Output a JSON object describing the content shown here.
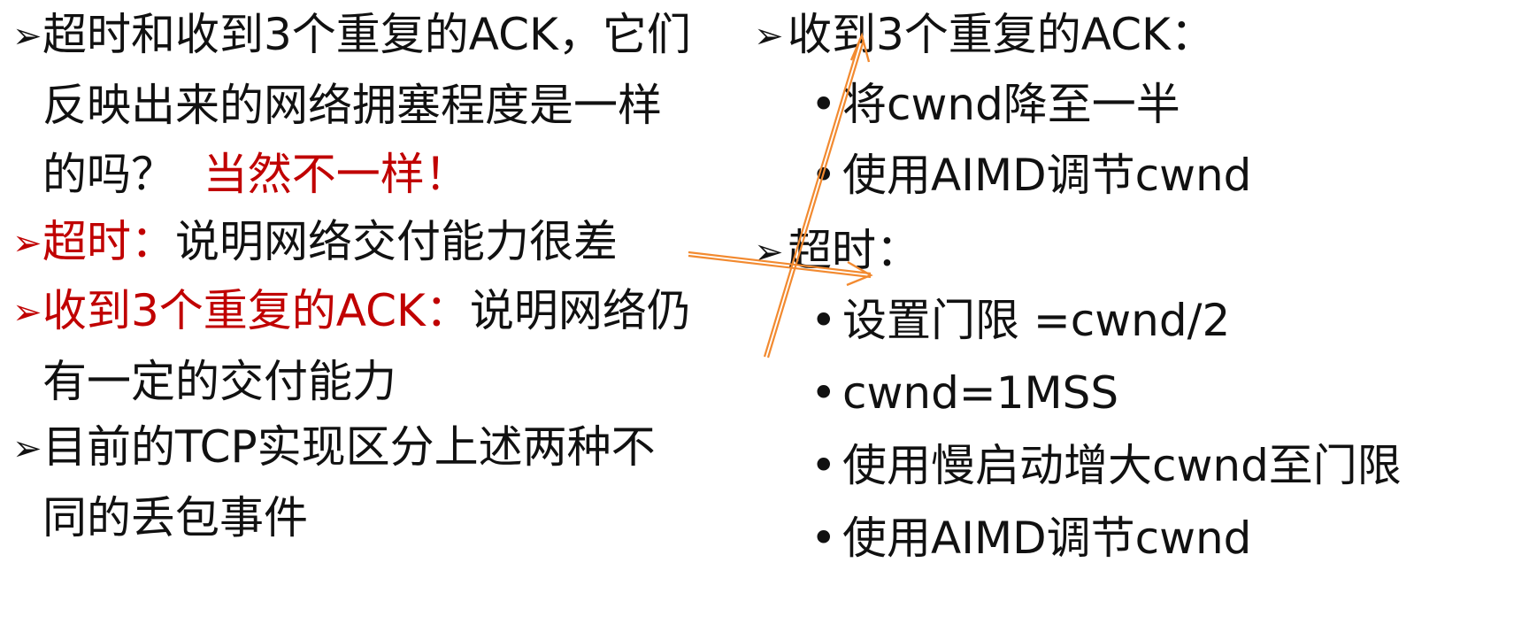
{
  "left": {
    "marker_normal": "➢",
    "marker_red": "➢",
    "p1": {
      "line1": "超时和收到3个重复的ACK，它们",
      "line2": "反映出来的网络拥塞程度是一样",
      "line3": "的吗？",
      "answer": "当然不一样！"
    },
    "p2": {
      "label": "超时：",
      "text": "说明网络交付能力很差"
    },
    "p3": {
      "label": "收到3个重复的ACK：",
      "text": "说明网络仍",
      "line2": "有一定的交付能力"
    },
    "p4": {
      "line1": "目前的TCP实现区分上述两种不",
      "line2": "同的丢包事件"
    }
  },
  "right": {
    "marker": "➢",
    "bullet": "•",
    "dup_ack": {
      "title": "收到3个重复的ACK：",
      "items": [
        "将cwnd降至一半",
        "使用AIMD调节cwnd"
      ]
    },
    "timeout": {
      "title": "超时：",
      "items": [
        "设置门限 =cwnd/2",
        "cwnd=1MSS",
        "使用慢启动增大cwnd至门限",
        "使用AIMD调节cwnd"
      ]
    }
  },
  "colors": {
    "text": "#111111",
    "emphasis": "#c00000",
    "arrow": "#f28a30"
  }
}
